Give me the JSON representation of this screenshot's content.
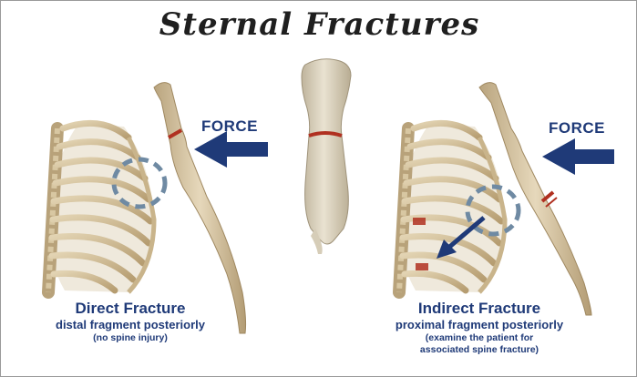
{
  "title": "Sternal Fractures",
  "left_panel": {
    "force_label": "FORCE",
    "heading": "Direct Fracture",
    "subheading": "distal fragment posteriorly",
    "note": "(no spine injury)"
  },
  "right_panel": {
    "force_label": "FORCE",
    "heading": "Indirect Fracture",
    "subheading": "proximal fragment posteriorly",
    "note_line1": "(examine the patient for",
    "note_line2": "associated spine fracture)"
  },
  "colors": {
    "bone": "#d9c9a8",
    "bone_shadow": "#a8916a",
    "fracture": "#b03020",
    "arrow": "#1f3a78",
    "dashed_circle": "#6f8aa3",
    "text": "#1f3a78"
  }
}
